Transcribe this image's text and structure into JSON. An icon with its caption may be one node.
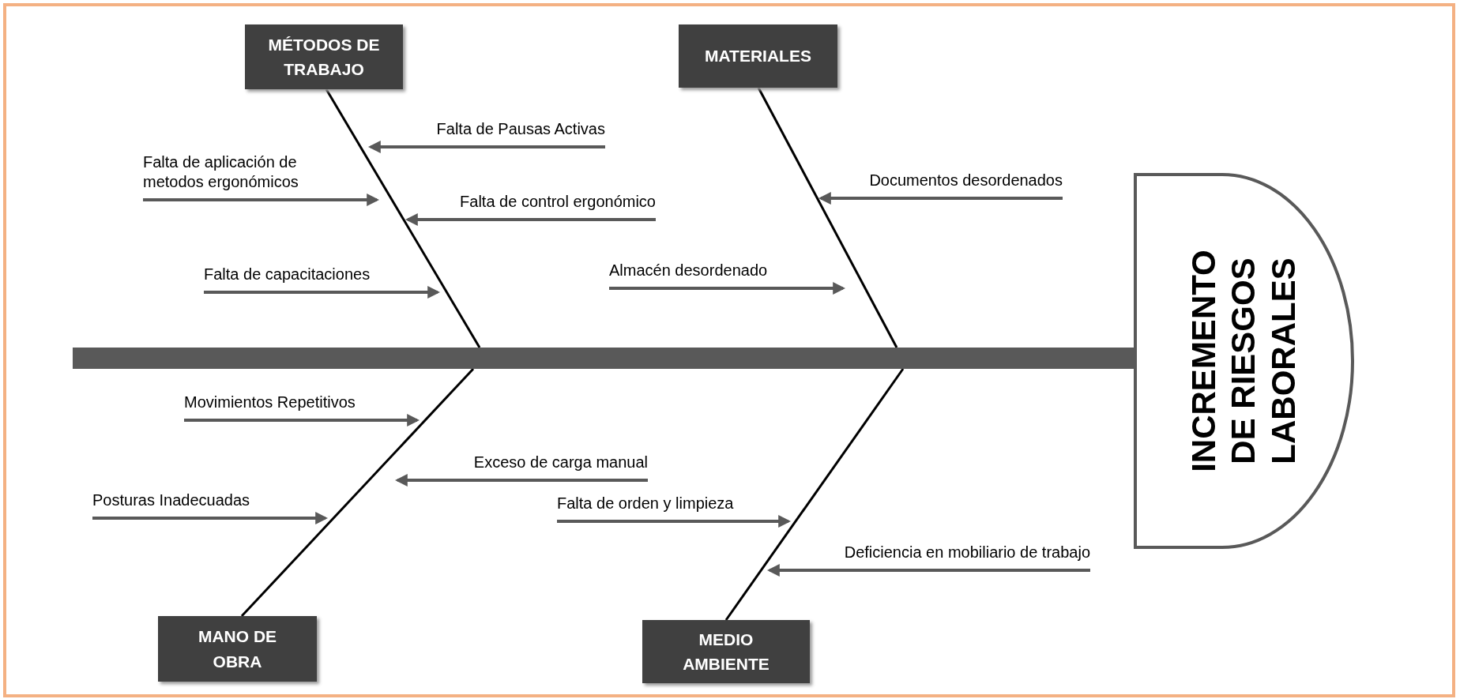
{
  "diagram": {
    "nodes": [
      {
        "text": [
          "MÉTODOS DE TRABAJO"
        ]
      },
      {
        "text": [
          "MATERIALES"
        ]
      },
      {
        "text": [
          "Falta de Pausas Activas"
        ]
      },
      {
        "text": [
          "Falta de aplicación de metodos ergonómicos"
        ]
      },
      {
        "text": [
          "Documentos desordenados"
        ]
      },
      {
        "text": [
          "Falta de control ergonómico"
        ]
      },
      {
        "text": [
          "Almacén desordenado"
        ]
      },
      {
        "text": [
          "Falta de capacitaciones"
        ]
      },
      {
        "text": [
          "INCREMENTO DE RIESGOS LABORALES"
        ]
      },
      {
        "text": [],
        "shape": "bar"
      },
      {
        "text": [
          "Movimientos Repetitivos"
        ]
      },
      {
        "text": [
          "Exceso de carga manual"
        ]
      },
      {
        "text": [
          "Posturas Inadecuadas"
        ]
      },
      {
        "text": [
          "Falta de orden y limpieza"
        ]
      },
      {
        "text": [
          "Deficiencia en mobiliario de trabajo"
        ]
      },
      {
        "text": [
          "MANO DE OBRA"
        ]
      },
      {
        "text": [
          "MEDIO AMBIENTE"
        ]
      }
    ],
    "edges": [
      {
        "from": 2,
        "to": null,
        "arrow": "to"
      },
      {
        "from": 3,
        "to": null,
        "arrow": "to"
      },
      {
        "from": 4,
        "to": null,
        "arrow": "to"
      },
      {
        "from": 5,
        "to": null,
        "arrow": "to"
      },
      {
        "from": 6,
        "to": null,
        "arrow": "to"
      },
      {
        "from": 7,
        "to": null,
        "arrow": "to"
      },
      {
        "from": 10,
        "to": null,
        "arrow": "to"
      },
      {
        "from": 11,
        "to": null,
        "arrow": "to"
      },
      {
        "from": 12,
        "to": null,
        "arrow": "to"
      },
      {
        "from": 13,
        "to": null,
        "arrow": "to"
      },
      {
        "from": 14,
        "to": null,
        "arrow": "to"
      },
      {
        "from": 0,
        "to": 9,
        "arrow": "none",
        "color": "#000000"
      },
      {
        "from": 1,
        "to": 9,
        "arrow": "none",
        "color": "#000000"
      },
      {
        "from": 15,
        "to": 9,
        "arrow": "none",
        "color": "#000000"
      },
      {
        "from": 16,
        "to": 9,
        "arrow": "none",
        "color": "#000000"
      }
    ]
  }
}
